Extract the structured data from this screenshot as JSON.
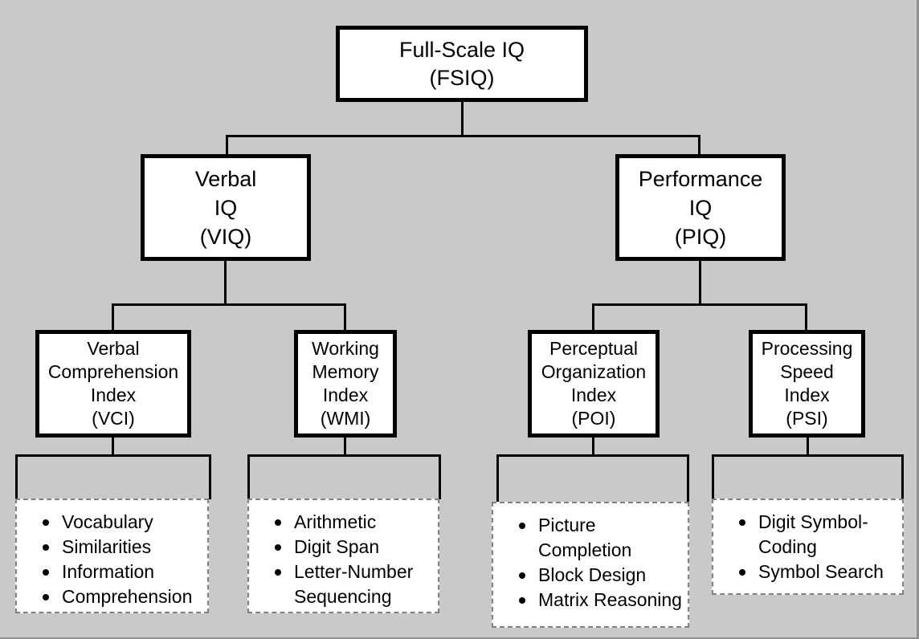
{
  "diagram": {
    "title": "Full-Scale IQ hierarchical structure",
    "background_color": "#c9c9c9",
    "box_fill_color": "#ffffff",
    "box_border_color": "#000000",
    "dashed_border_color": "#808080",
    "levels": {
      "level1": {
        "id": "fsiq",
        "line1": "Full-Scale IQ",
        "line2": "(FSIQ)"
      },
      "level2": [
        {
          "id": "viq",
          "line1": "Verbal",
          "line2": "IQ",
          "line3": "(VIQ)"
        },
        {
          "id": "piq",
          "line1": "Performance",
          "line2": "IQ",
          "line3": "(PIQ)"
        }
      ],
      "level3": [
        {
          "id": "vci",
          "line1": "Verbal",
          "line2": "Comprehension",
          "line3": "Index",
          "line4": "(VCI)"
        },
        {
          "id": "wmi",
          "line1": "Working",
          "line2": "Memory",
          "line3": "Index",
          "line4": "(WMI)"
        },
        {
          "id": "poi",
          "line1": "Perceptual",
          "line2": "Organization",
          "line3": "Index",
          "line4": "(POI)"
        },
        {
          "id": "psi",
          "line1": "Processing",
          "line2": "Speed",
          "line3": "Index",
          "line4": "(PSI)"
        }
      ],
      "level4": [
        {
          "id": "vci-subtests",
          "parent": "vci",
          "items": [
            "Vocabulary",
            "Similarities",
            "Information",
            "Comprehension"
          ]
        },
        {
          "id": "wmi-subtests",
          "parent": "wmi",
          "items": [
            "Arithmetic",
            "Digit Span",
            "Letter-Number Sequencing"
          ]
        },
        {
          "id": "poi-subtests",
          "parent": "poi",
          "items": [
            "Picture Completion",
            "Block Design",
            "Matrix Reasoning"
          ]
        },
        {
          "id": "psi-subtests",
          "parent": "psi",
          "items": [
            "Digit Symbol-Coding",
            "Symbol Search"
          ]
        }
      ]
    }
  }
}
